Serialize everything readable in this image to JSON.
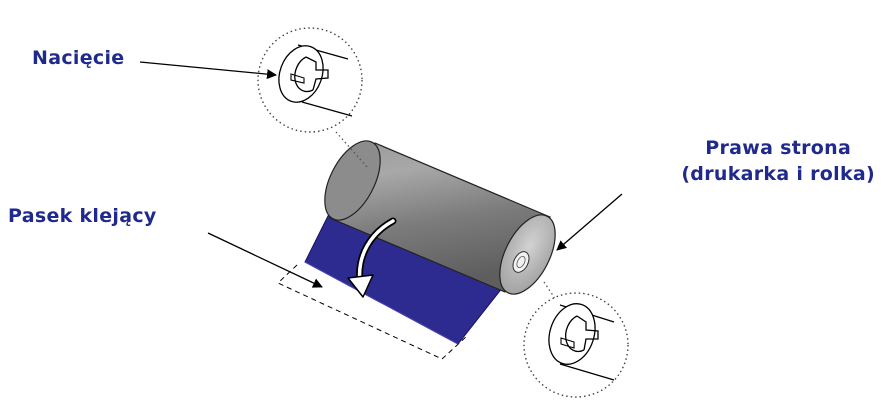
{
  "labels": {
    "notch": "Nacięcie",
    "adhesive_strip": "Pasek klejący",
    "right_side_line1": "Prawa strona",
    "right_side_line2": "(drukarka i rolka)"
  },
  "colors": {
    "label_text": "#1f2a8c",
    "ribbon": "#2e2b90",
    "roll_body": "#7c7c7c",
    "roll_highlight": "#a8a8a8",
    "roll_end": "#b6b6b6",
    "outline": "#000000"
  }
}
